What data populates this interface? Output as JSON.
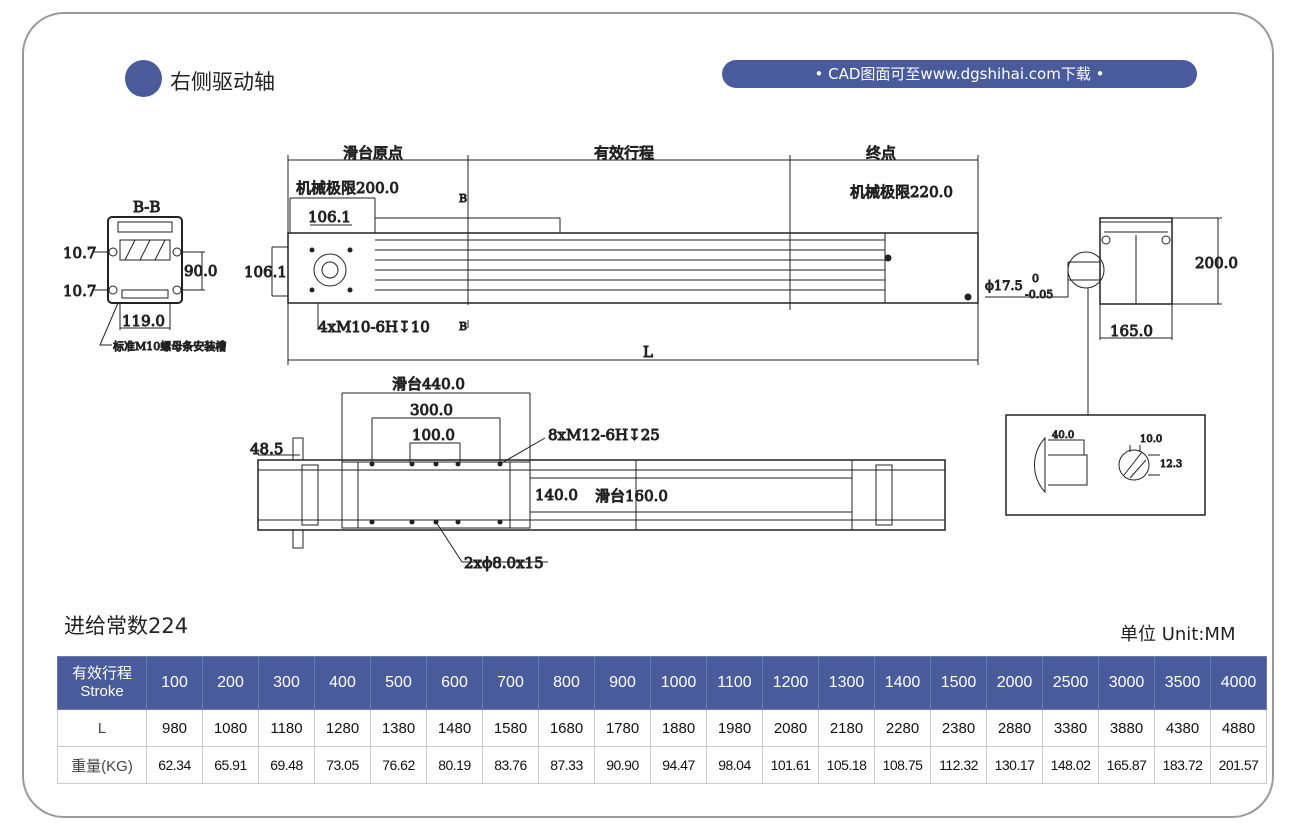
{
  "header": {
    "title": "右侧驱动轴",
    "banner": "•  CAD图面可至www.dgshihai.com下载  •"
  },
  "drawing": {
    "section_label": "B-B",
    "dim_10_7_a": "10.7",
    "dim_10_7_b": "10.7",
    "dim_90": "90.0",
    "dim_119": "119.0",
    "slot_note": "标准M10螺母条安装槽",
    "origin": "滑台原点",
    "stroke": "有效行程",
    "end": "终点",
    "limit_left": "机械极限200.0",
    "limit_right": "机械极限220.0",
    "dim_106_h": "106.1",
    "dim_106_v": "106.1",
    "holes_m10": "4xM10-6H↧10",
    "b_top": "B",
    "b_bottom": "B",
    "L": "L",
    "shaft_dia": "ϕ17.5",
    "tol_upper": "0",
    "tol_lower": "-0.05",
    "dim_200": "200.0",
    "dim_165": "165.0",
    "detail_40": "40.0",
    "detail_10": "10.0",
    "detail_12_3": "12.3",
    "slide_440": "滑台440.0",
    "dim_300": "300.0",
    "dim_100": "100.0",
    "holes_m12": "8xM12-6H↧25",
    "dim_48_5": "48.5",
    "dim_140": "140.0",
    "slide_160": "滑台160.0",
    "pins": "2xϕ8.0x15"
  },
  "feed_constant": "进给常数224",
  "unit": "单位 Unit:MM",
  "table": {
    "header_cn": "有效行程",
    "header_en": "Stroke",
    "row_L": "L",
    "row_weight": "重量(KG)",
    "stroke": [
      "100",
      "200",
      "300",
      "400",
      "500",
      "600",
      "700",
      "800",
      "900",
      "1000",
      "1100",
      "1200",
      "1300",
      "1400",
      "1500",
      "2000",
      "2500",
      "3000",
      "3500",
      "4000"
    ],
    "L": [
      "980",
      "1080",
      "1180",
      "1280",
      "1380",
      "1480",
      "1580",
      "1680",
      "1780",
      "1880",
      "1980",
      "2080",
      "2180",
      "2280",
      "2380",
      "2880",
      "3380",
      "3880",
      "4380",
      "4880"
    ],
    "weight": [
      "62.34",
      "65.91",
      "69.48",
      "73.05",
      "76.62",
      "80.19",
      "83.76",
      "87.33",
      "90.90",
      "94.47",
      "98.04",
      "101.61",
      "105.18",
      "108.75",
      "112.32",
      "130.17",
      "148.02",
      "165.87",
      "183.72",
      "201.57"
    ]
  },
  "colors": {
    "accent": "#4a5b9b"
  }
}
